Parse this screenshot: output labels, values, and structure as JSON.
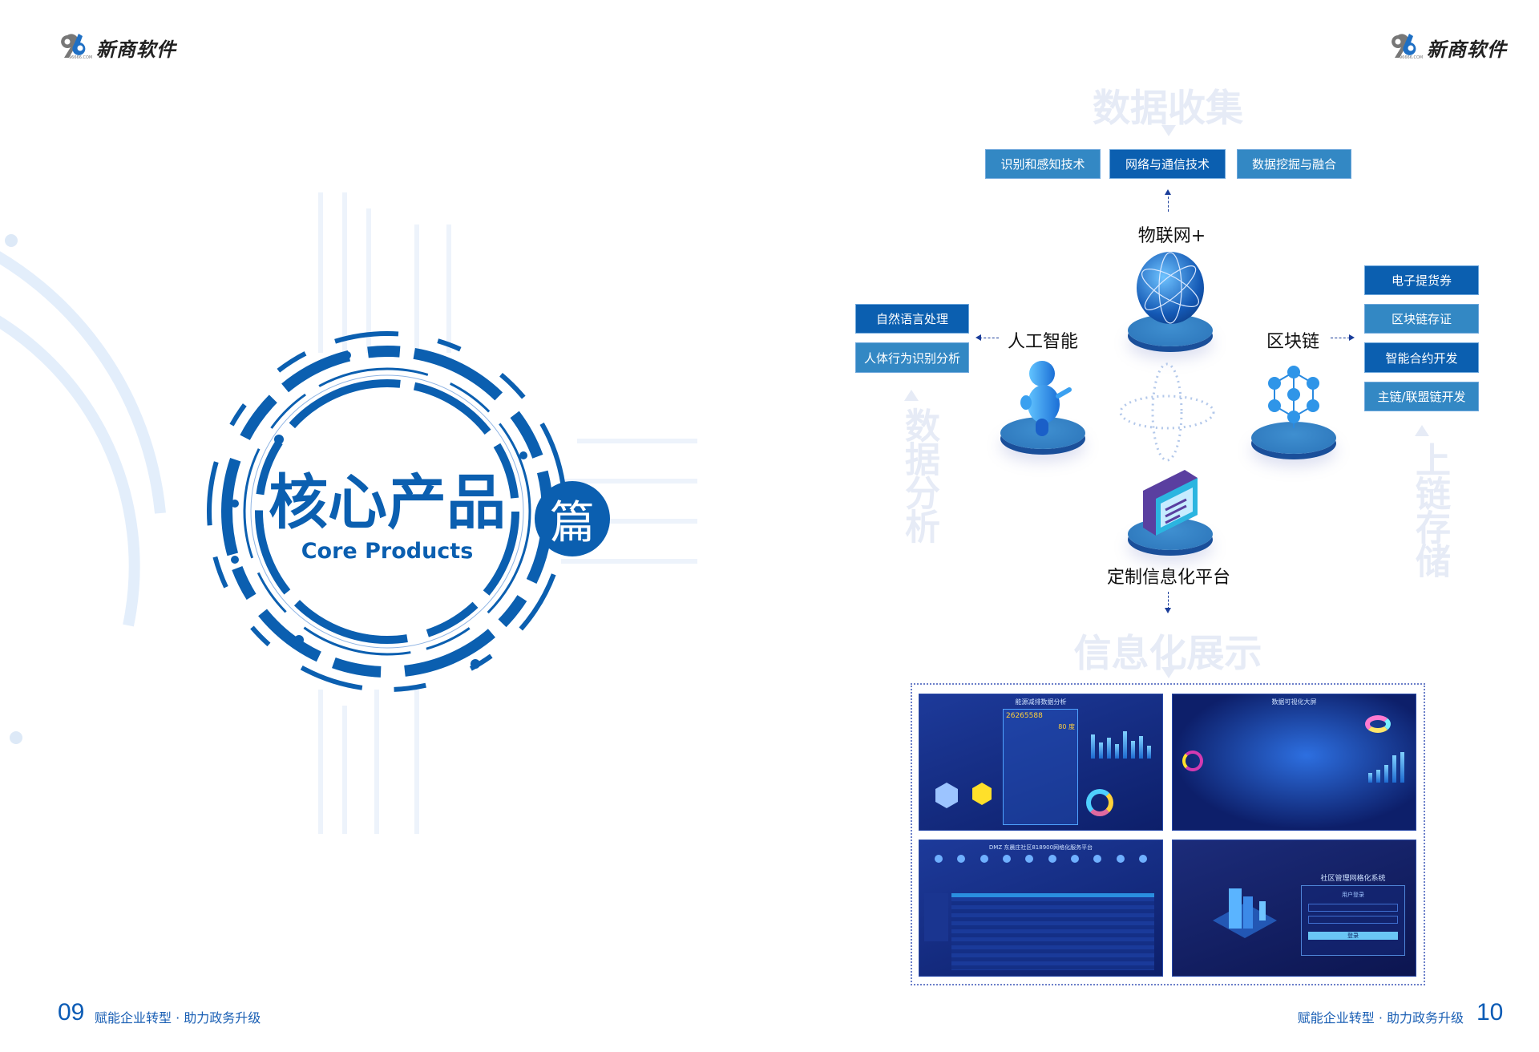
{
  "brand": {
    "name": "新商软件",
    "domain_small": "96666.COM"
  },
  "left_page": {
    "title_cn": "核心产品",
    "title_en": "Core Products",
    "title_suffix": "篇",
    "page_number": "09",
    "footer_slogan": "赋能企业转型 · 助力政务升级"
  },
  "right_page": {
    "page_number": "10",
    "footer_slogan": "赋能企业转型 · 助力政务升级",
    "diagram": {
      "top_heading": "数据收集",
      "bottom_heading": "信息化展示",
      "left_vertical": "数据分析",
      "right_vertical": "上链存储",
      "top_boxes": [
        "识别和感知技术",
        "网络与通信技术",
        "数据挖掘与融合"
      ],
      "iot_label": "物联网+",
      "ai_label": "人工智能",
      "ai_boxes": [
        "自然语言处理",
        "人体行为识别分析"
      ],
      "blockchain_label": "区块链",
      "blockchain_boxes": [
        "电子提货券",
        "区块链存证",
        "智能合约开发",
        "主链/联盟链开发"
      ],
      "platform_label": "定制信息化平台"
    },
    "screenshots": [
      {
        "title": "能源减排数据分析",
        "value": "26265588",
        "unit": "80 度"
      },
      {
        "title": "数据可视化大屏"
      },
      {
        "title": "DMZ 东晨庄社区818900网格化服务平台"
      },
      {
        "title": "社区管理网格化系统",
        "login_heading": "用户登录",
        "login_button": "登录"
      }
    ]
  },
  "colors": {
    "primary": "#0b5fb0",
    "light_box": "#3388c4",
    "ghost_text": "#e6ebf6",
    "footer": "#1a5fb4"
  }
}
